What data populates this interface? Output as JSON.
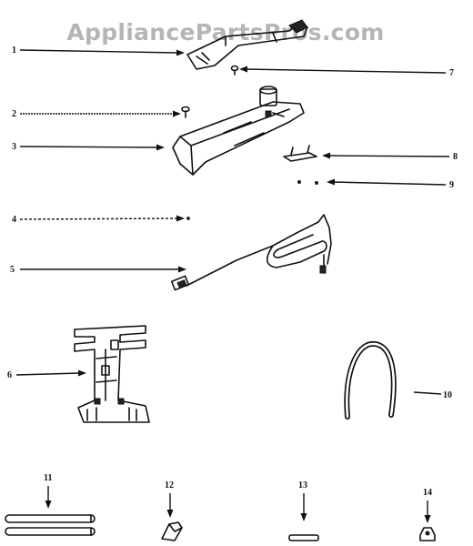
{
  "watermark": "AppliancePartsPros.com",
  "callouts": [
    "1",
    "2",
    "3",
    "4",
    "5",
    "6",
    "7",
    "8",
    "9",
    "10",
    "11",
    "12",
    "13",
    "14"
  ],
  "ink_color": "#111111",
  "watermark_color": "#b5b5b5"
}
